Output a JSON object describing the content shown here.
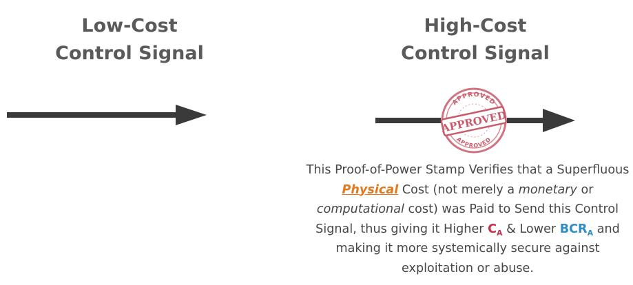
{
  "left": {
    "title_line1": "Low-Cost",
    "title_line2": "Control Signal"
  },
  "right": {
    "title_line1": "High-Cost",
    "title_line2": "Control Signal",
    "stamp": {
      "top_text": "APPROVED",
      "center_text": "APPROVED",
      "bottom_text": "APPROVED",
      "color": "#c85a6a"
    },
    "caption": {
      "p1": "This Proof-of-Power Stamp Verifies that a Superfluous ",
      "physical": "Physical",
      "p2": " Cost (not merely a ",
      "monetary": "monetary",
      "p3": " or ",
      "computational": "computational",
      "p4": " cost) was Paid to Send this Control Signal, thus giving it Higher ",
      "ca": "C",
      "ca_sub": "A",
      "p5": " & Lower ",
      "bcr": "BCR",
      "bcr_sub": "A",
      "p6": " and making it more systemically secure against exploitation or abuse."
    }
  },
  "colors": {
    "arrow": "#3a3a3a",
    "highlight_physical": "#e07a1f",
    "ca": "#c0304f",
    "bcr": "#2f8ec4"
  }
}
